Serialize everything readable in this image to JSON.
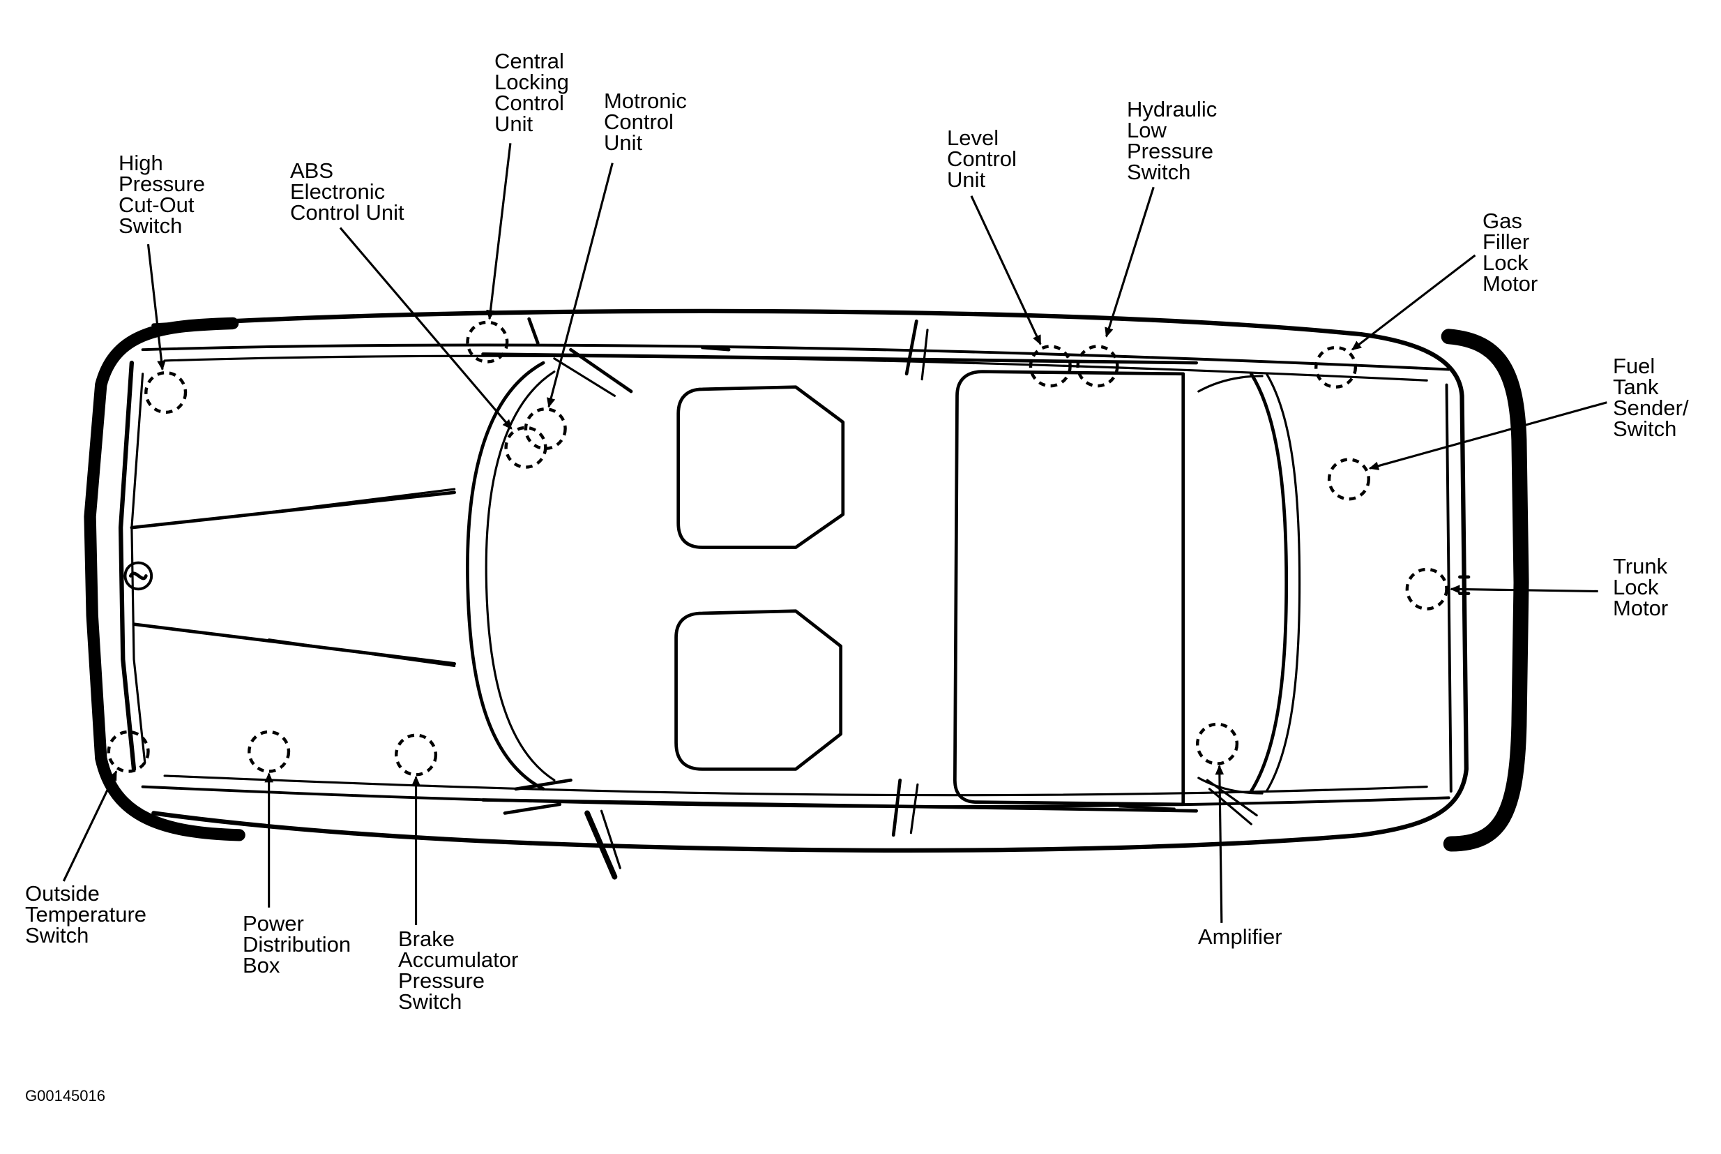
{
  "figure_code": "G00145016",
  "labels": {
    "high_pressure": "High\nPressure\nCut-Out\nSwitch",
    "abs": "ABS\nElectronic\nControl Unit",
    "central_locking": "Central\nLocking\nControl\nUnit",
    "motronic": "Motronic\nControl\nUnit",
    "level_control": "Level\nControl\nUnit",
    "hydraulic": "Hydraulic\nLow\nPressure\nSwitch",
    "gas_filler": "Gas\nFiller\nLock\nMotor",
    "fuel_tank": "Fuel\nTank\nSender/\nSwitch",
    "trunk_lock": "Trunk\nLock\nMotor",
    "outside_temp": "Outside\nTemperature\nSwitch",
    "power_dist": "Power\nDistribution\nBox",
    "brake_acc": "Brake\nAccumulator\nPressure\nSwitch",
    "amplifier": "Amplifier"
  }
}
